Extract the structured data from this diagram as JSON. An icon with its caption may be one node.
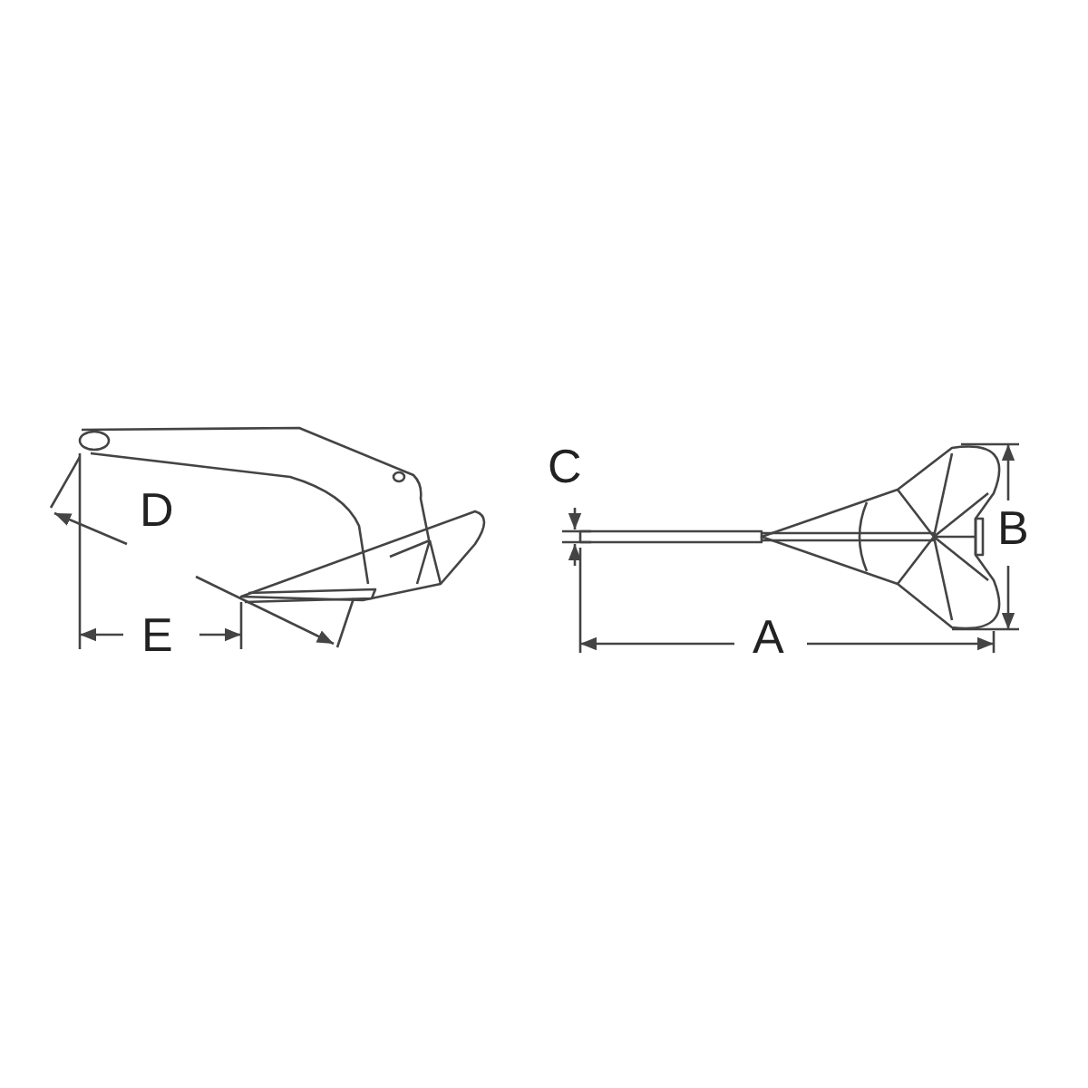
{
  "diagram": {
    "labels": [
      "C",
      "D",
      "B",
      "E",
      "A"
    ]
  }
}
